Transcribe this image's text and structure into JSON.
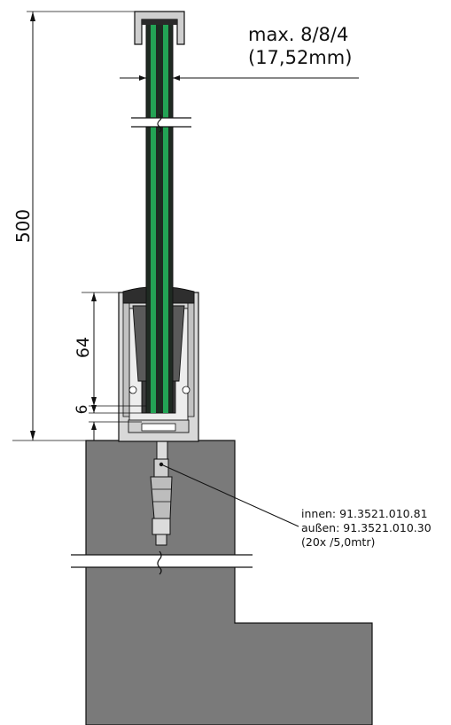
{
  "glass_thickness": {
    "line1": "max. 8/8/4",
    "line2": "(17,52mm)"
  },
  "dimensions": {
    "height_total": "500",
    "profile_height": "64",
    "base_offset": "6"
  },
  "anchor_label": {
    "line1": "innen: 91.3521.010.81",
    "line2": "außen: 91.3521.010.30",
    "line3": "(20x /5,0mtr)"
  },
  "colors": {
    "glass_green": "#23a455",
    "glass_dark": "#1f2a22",
    "aluminium": "#d8d8d8",
    "concrete": "#7a7a7a",
    "rubber": "#3c3c3c",
    "line": "#111111"
  }
}
